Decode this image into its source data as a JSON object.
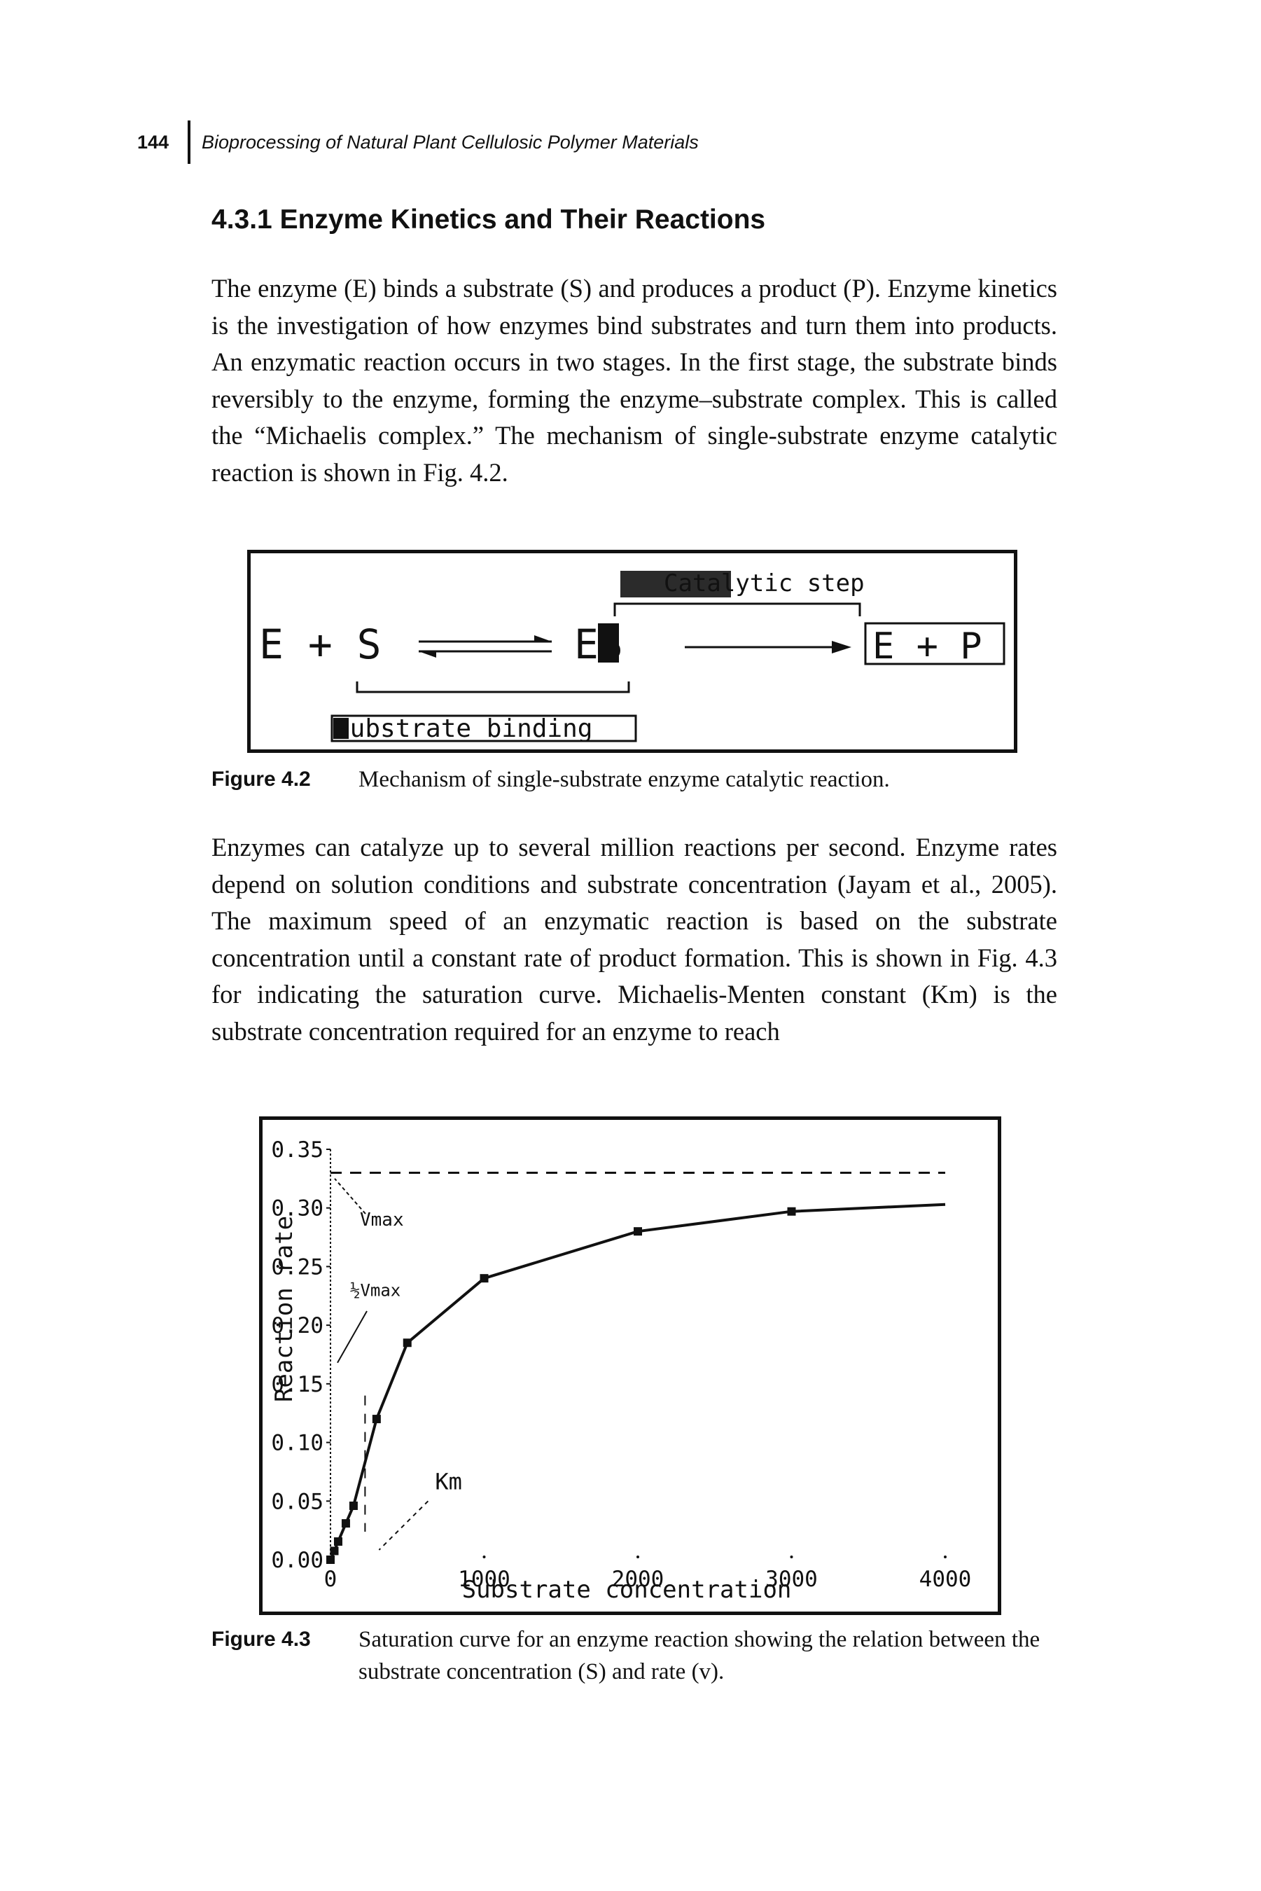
{
  "running_header": {
    "page_number": "144",
    "title": "Bioprocessing of Natural Plant Cellulosic Polymer Materials"
  },
  "section": {
    "heading": "4.3.1  Enzyme Kinetics and Their Reactions"
  },
  "paragraphs": [
    "The enzyme (E) binds a substrate (S) and produces a product (P). Enzyme kinetics is the investigation of how enzymes bind substrates and turn them into products. An enzymatic reaction occurs in two stages. In the first stage, the substrate binds reversibly to the enzyme, forming the enzyme–substrate complex. This is called the “Michaelis complex.” The mechanism of single-substrate enzyme catalytic reaction is shown in Fig. 4.2.",
    "Enzymes can catalyze up to several million reactions per second. Enzyme rates depend on solution conditions and substrate concentration (Jayam et al., 2005). The maximum speed of an enzymatic reaction is based on the substrate concentration until a constant rate of product formation. This is shown in Fig. 4.3 for indicating the saturation curve. Michaelis-Menten constant (Km) is the substrate concentration required for an enzyme to reach"
  ],
  "figure_4_2": {
    "catalytic_label": "Catalytic step",
    "substrate_label": "Substrate binding",
    "lhs": "E + S",
    "complex": "ES",
    "rhs": "E + P",
    "caption_label": "Figure 4.2",
    "caption_text": "Mechanism of single-substrate enzyme catalytic reaction."
  },
  "figure_4_3": {
    "caption_label": "Figure 4.3",
    "caption_text": "Saturation curve for an enzyme reaction showing the relation between the substrate concentration (S) and rate (v)."
  },
  "chart_data": {
    "type": "line",
    "title": "",
    "xlabel": "Substrate concentration",
    "ylabel": "Reaction rate",
    "xlim": [
      0,
      4000
    ],
    "ylim": [
      0,
      0.35
    ],
    "x_ticks": [
      "0",
      "1000",
      "2000",
      "3000",
      "4000"
    ],
    "y_ticks": [
      "0.00",
      "0.05",
      "0.10",
      "0.15",
      "0.20",
      "0.25",
      "0.30",
      "0.35"
    ],
    "x": [
      0,
      25,
      50,
      100,
      150,
      300,
      500,
      1000,
      2000,
      3000
    ],
    "series": [
      {
        "values": [
          0.0,
          0.0075,
          0.0155,
          0.031,
          0.046,
          0.12,
          0.185,
          0.24,
          0.28,
          0.297
        ]
      }
    ],
    "annotations": {
      "vmax_value": 0.33,
      "vmax_label": "Vmax",
      "half_vmax_label": "½Vmax",
      "km_label": "Km",
      "km_value": 225
    }
  }
}
